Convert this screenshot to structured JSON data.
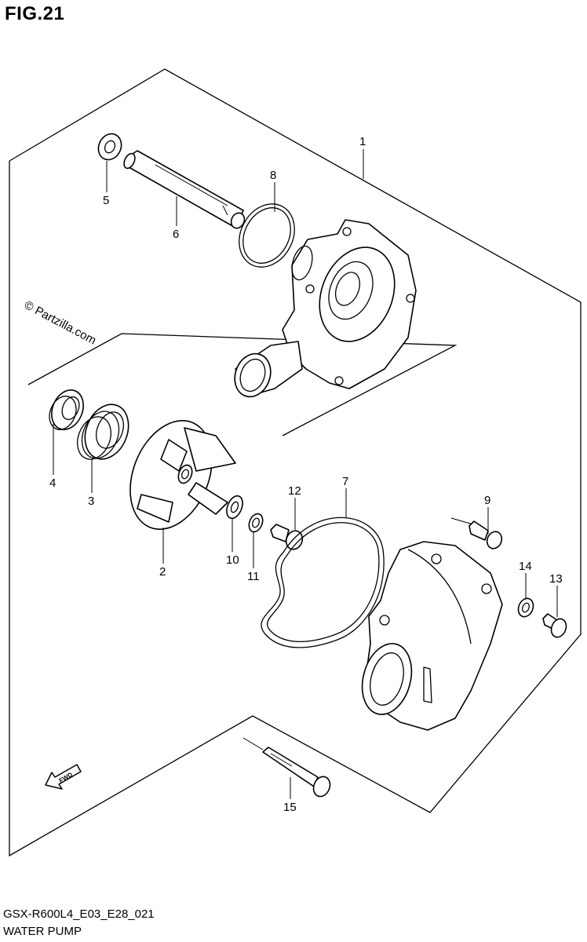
{
  "figure_title": "FIG.21",
  "watermark": "© Partzilla.com",
  "model_code": "GSX-R600L4_E03_E28_021",
  "part_name": "WATER PUMP",
  "fwd_label": "FWD",
  "callouts": [
    {
      "id": "1",
      "label": "1"
    },
    {
      "id": "2",
      "label": "2"
    },
    {
      "id": "3",
      "label": "3"
    },
    {
      "id": "4",
      "label": "4"
    },
    {
      "id": "5",
      "label": "5"
    },
    {
      "id": "6",
      "label": "6"
    },
    {
      "id": "7",
      "label": "7"
    },
    {
      "id": "8",
      "label": "8"
    },
    {
      "id": "9",
      "label": "9"
    },
    {
      "id": "10",
      "label": "10"
    },
    {
      "id": "11",
      "label": "11"
    },
    {
      "id": "12",
      "label": "12"
    },
    {
      "id": "13",
      "label": "13"
    },
    {
      "id": "14",
      "label": "14"
    },
    {
      "id": "15",
      "label": "15"
    }
  ]
}
